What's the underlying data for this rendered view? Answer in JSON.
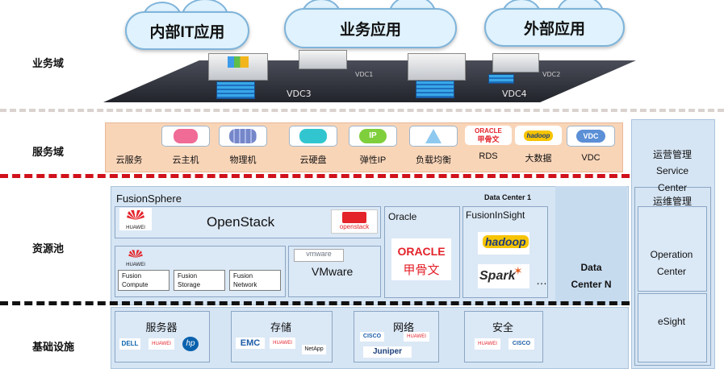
{
  "layers": {
    "business": "业务域",
    "service": "服务域",
    "resource": "资源池",
    "infra": "基础设施"
  },
  "clouds": {
    "internal": "内部IT应用",
    "business": "业务应用",
    "external": "外部应用"
  },
  "vdc_labels": [
    "VDC3",
    "VDC4",
    "VDC1",
    "VDC2"
  ],
  "service_items": [
    {
      "label": "云服务",
      "icon": "none"
    },
    {
      "label": "云主机",
      "icon": "vm-icon"
    },
    {
      "label": "物理机",
      "icon": "server-icon"
    },
    {
      "label": "云硬盘",
      "icon": "disk-icon"
    },
    {
      "label": "弹性IP",
      "icon": "ip-icon"
    },
    {
      "label": "负载均衡",
      "icon": "loadbalance-icon"
    },
    {
      "label": "RDS",
      "icon": "oracle-logo"
    },
    {
      "label": "大数据",
      "icon": "hadoop-logo"
    },
    {
      "label": "VDC",
      "icon": "vdc-icon"
    }
  ],
  "service_icon_texts": {
    "ip": "IP",
    "oracle": "ORACLE",
    "oracle_cn": "甲骨文",
    "hadoop": "hadoop",
    "vdc": "VDC"
  },
  "fusionsphere": {
    "title": "FusionSphere",
    "datacenter": "Data Center 1",
    "openstack": "OpenStack",
    "openstack_logo": "openstack",
    "huawei": "HUAWEI",
    "mini_boxes": [
      {
        "line1": "Fusion",
        "line2": "Compute"
      },
      {
        "line1": "Fusion",
        "line2": "Storage"
      },
      {
        "line1": "Fusion",
        "line2": "Network"
      }
    ],
    "vmware_logo": "vmware",
    "vmware": "VMware",
    "oracle_title": "Oracle",
    "oracle_logo": "ORACLE",
    "oracle_cn": "甲骨文",
    "fusioninsight": "FusionInSight",
    "hadoop": "hadoop",
    "spark": "Spark",
    "ellipsis": "…"
  },
  "datacenter_n": {
    "line1": "Data",
    "line2": "Center N"
  },
  "right_panel": {
    "ops_title": "运营管理",
    "service": "Service",
    "center": "Center",
    "maint_title": "运维管理",
    "operation": "Operation",
    "operation_center": "Center",
    "esight": "eSight"
  },
  "infra": {
    "server": {
      "title": "服务器",
      "logos": [
        "DELL",
        "HUAWEI",
        "hp"
      ]
    },
    "storage": {
      "title": "存储",
      "logos": [
        "EMC",
        "HUAWEI",
        "NetApp"
      ]
    },
    "network": {
      "title": "网络",
      "logos": [
        "CISCO",
        "HUAWEI",
        "Juniper"
      ]
    },
    "security": {
      "title": "安全",
      "logos": [
        "HUAWEI",
        "CISCO"
      ]
    }
  },
  "colors": {
    "service_band": "#f9d5b8",
    "resource_band": "#d6e5f4",
    "red_divider": "#d0111b",
    "huawei_red": "#e4222a"
  }
}
